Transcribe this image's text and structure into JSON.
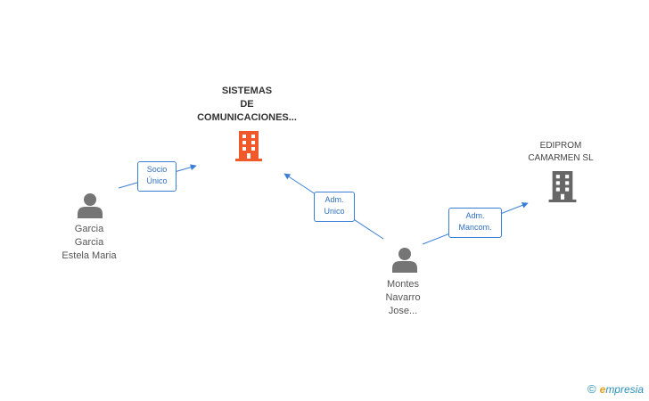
{
  "companies": {
    "main": {
      "lines": [
        "SISTEMAS",
        "DE",
        "COMUNICACIONES..."
      ],
      "icon": "building-icon",
      "color": "#f05a2a"
    },
    "secondary": {
      "lines": [
        "EDIPROM",
        "CAMARMEN SL"
      ],
      "icon": "building-icon",
      "color": "#666666"
    }
  },
  "people": {
    "garcia": {
      "lines": [
        "Garcia",
        "Garcia",
        "Estela Maria"
      ],
      "icon": "person-icon"
    },
    "montes": {
      "lines": [
        "Montes",
        "Navarro",
        "Jose..."
      ],
      "icon": "person-icon"
    }
  },
  "edges": {
    "socio": {
      "lines": [
        "Socio",
        "Único"
      ]
    },
    "adm_unico": {
      "lines": [
        "Adm.",
        "Unico"
      ]
    },
    "adm_mancom": {
      "lines": [
        "Adm.",
        "Mancom."
      ]
    }
  },
  "colors": {
    "edge": "#3a7fd5",
    "person": "#757575"
  },
  "brand": {
    "copyright": "©",
    "initial": "e",
    "rest": "mpresia"
  }
}
